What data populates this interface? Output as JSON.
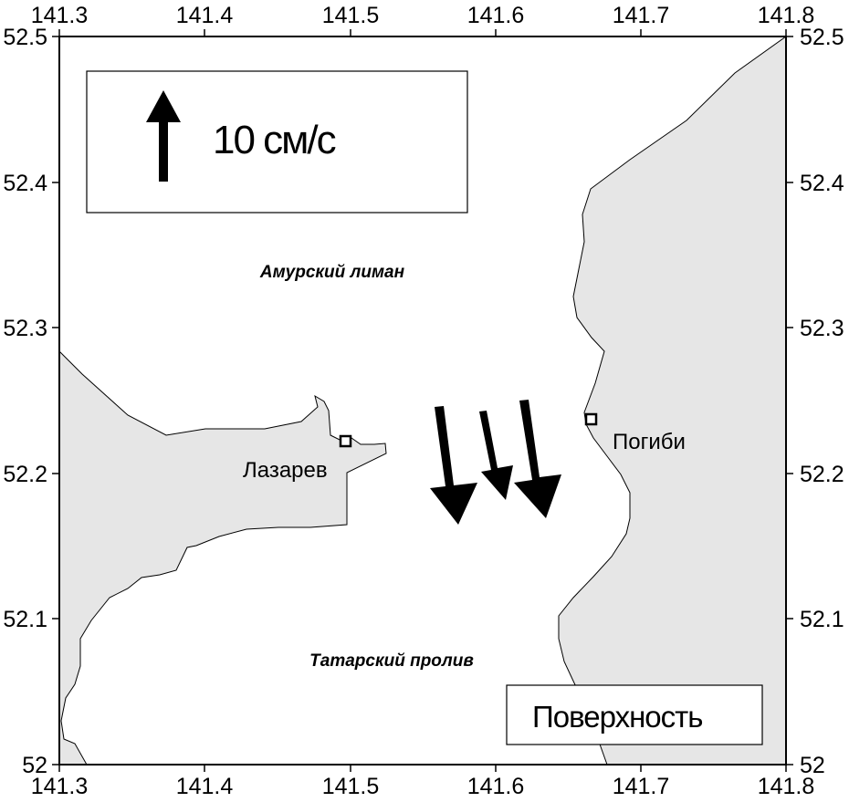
{
  "map": {
    "x_ticks": [
      "141.3",
      "141.4",
      "141.5",
      "141.6",
      "141.7",
      "141.8"
    ],
    "y_ticks": [
      "52",
      "52.1",
      "52.2",
      "52.3",
      "52.4",
      "52.5"
    ],
    "land_color": "#e6e6e6",
    "water_color": "#ffffff",
    "labels": {
      "amur_liman": "Амурский лиман",
      "tatar_strait": "Татарский пролив",
      "lazarev": "Лазарев",
      "pogibi": "Погиби"
    },
    "stations": [
      {
        "name": "Лазарев",
        "lon": 141.497,
        "lat": 52.222
      },
      {
        "name": "Погиби",
        "lon": 141.667,
        "lat": 52.237
      }
    ],
    "scale": {
      "label": "10 см/с",
      "icon": "arrow-up-icon"
    },
    "layer_label": "Поверхность",
    "current_vectors_icon": "arrow-down-icon",
    "current_vectors": [
      {
        "lon": 141.57,
        "lat": 52.245
      },
      {
        "lon": 141.605,
        "lat": 52.24
      },
      {
        "lon": 141.635,
        "lat": 52.25
      }
    ]
  }
}
